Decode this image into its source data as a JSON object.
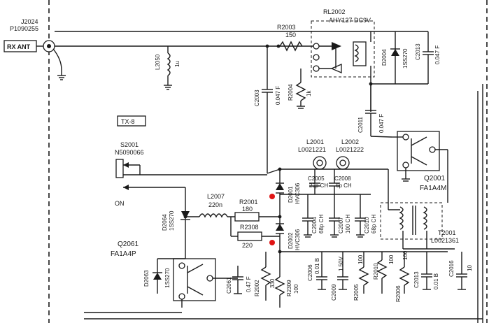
{
  "labels": {
    "j2024_ref": "J2024",
    "j2024_part": "P1090255",
    "rx_ant": "RX ANT",
    "rl2002_ref": "RL2002",
    "rl2002_part": "AHY127 DC9V",
    "r2003_ref": "R2003",
    "r2003_val": "150",
    "l2050": "L2050",
    "l2050_val": "1u",
    "c2003_ref": "C2003",
    "c2003_val": "0.047 F",
    "r2004_ref": "R2004",
    "r2004_val": "1k",
    "d2004_ref": "D2004",
    "d2004_part": "1SS270",
    "c2013_ref": "C2013",
    "c2013_val": "0.047 F",
    "c2011_ref": "C2011",
    "c2011_val": "0.047 F",
    "tx8": "TX-8",
    "s2001_ref": "S2001",
    "s2001_part": "N5090066",
    "on": "ON",
    "l2001_ref": "L2001",
    "l2001_part": "L0021221",
    "l2002_ref": "L2002",
    "l2002_part": "L0021222",
    "q2001_ref": "Q2001",
    "q2001_part": "FA1A4M",
    "l2007_ref": "L2007",
    "l2007_val": "220n",
    "r2001_ref": "R2001",
    "r2001_val": "180",
    "r2308_ref": "R2308",
    "r2308_val": "220",
    "d2001_ref": "D2001",
    "d2001_part": "HVC306",
    "d2002_ref": "D2002",
    "d2002_part": "HVC306",
    "c2005_ref": "C2005",
    "c2005_val": "22p CH",
    "c2008_ref": "C2008",
    "c2008_val": "6p CH",
    "c2004_ref": "C2004",
    "c2004_val": "68p CH",
    "c2007_ref": "C2007",
    "c2007_val": "100 CH",
    "c2010_ref": "C2010",
    "c2010_val": "68p CH",
    "d2064_ref": "D2064",
    "d2064_part": "1SS270",
    "q2061_ref": "Q2061",
    "q2061_part": "FA1A4P",
    "d2063_ref": "D2063",
    "d2063_part": "1SS270",
    "c2061_ref": "C2061",
    "c2061_val": "0.47 F",
    "r2002_ref": "R2002",
    "r2002_val": "330",
    "r2309_ref": "R2309",
    "r2309_val": "100",
    "c2006_ref": "C2006",
    "c2006_val": "0.01 B",
    "c2009_ref": "C2009",
    "c2009_val": "1 50V",
    "r2005_ref": "R2005",
    "r2005_val": "100",
    "r2010_ref": "R2010",
    "r2010_val": "100",
    "r2006_ref": "R2006",
    "r2006_val": "100",
    "c2013b_ref": "C2013",
    "c2013b_val": "0.01 B",
    "c2016_ref": "C2016",
    "c2016_val": "10",
    "t2001_ref": "T2001",
    "t2001_part": "L0021361"
  },
  "colors": {
    "ink": "#1a1a1a",
    "paper": "#ffffff",
    "marker": "#e01414"
  },
  "markers": [
    {
      "name": "red-dot-upper"
    },
    {
      "name": "red-dot-lower"
    }
  ]
}
